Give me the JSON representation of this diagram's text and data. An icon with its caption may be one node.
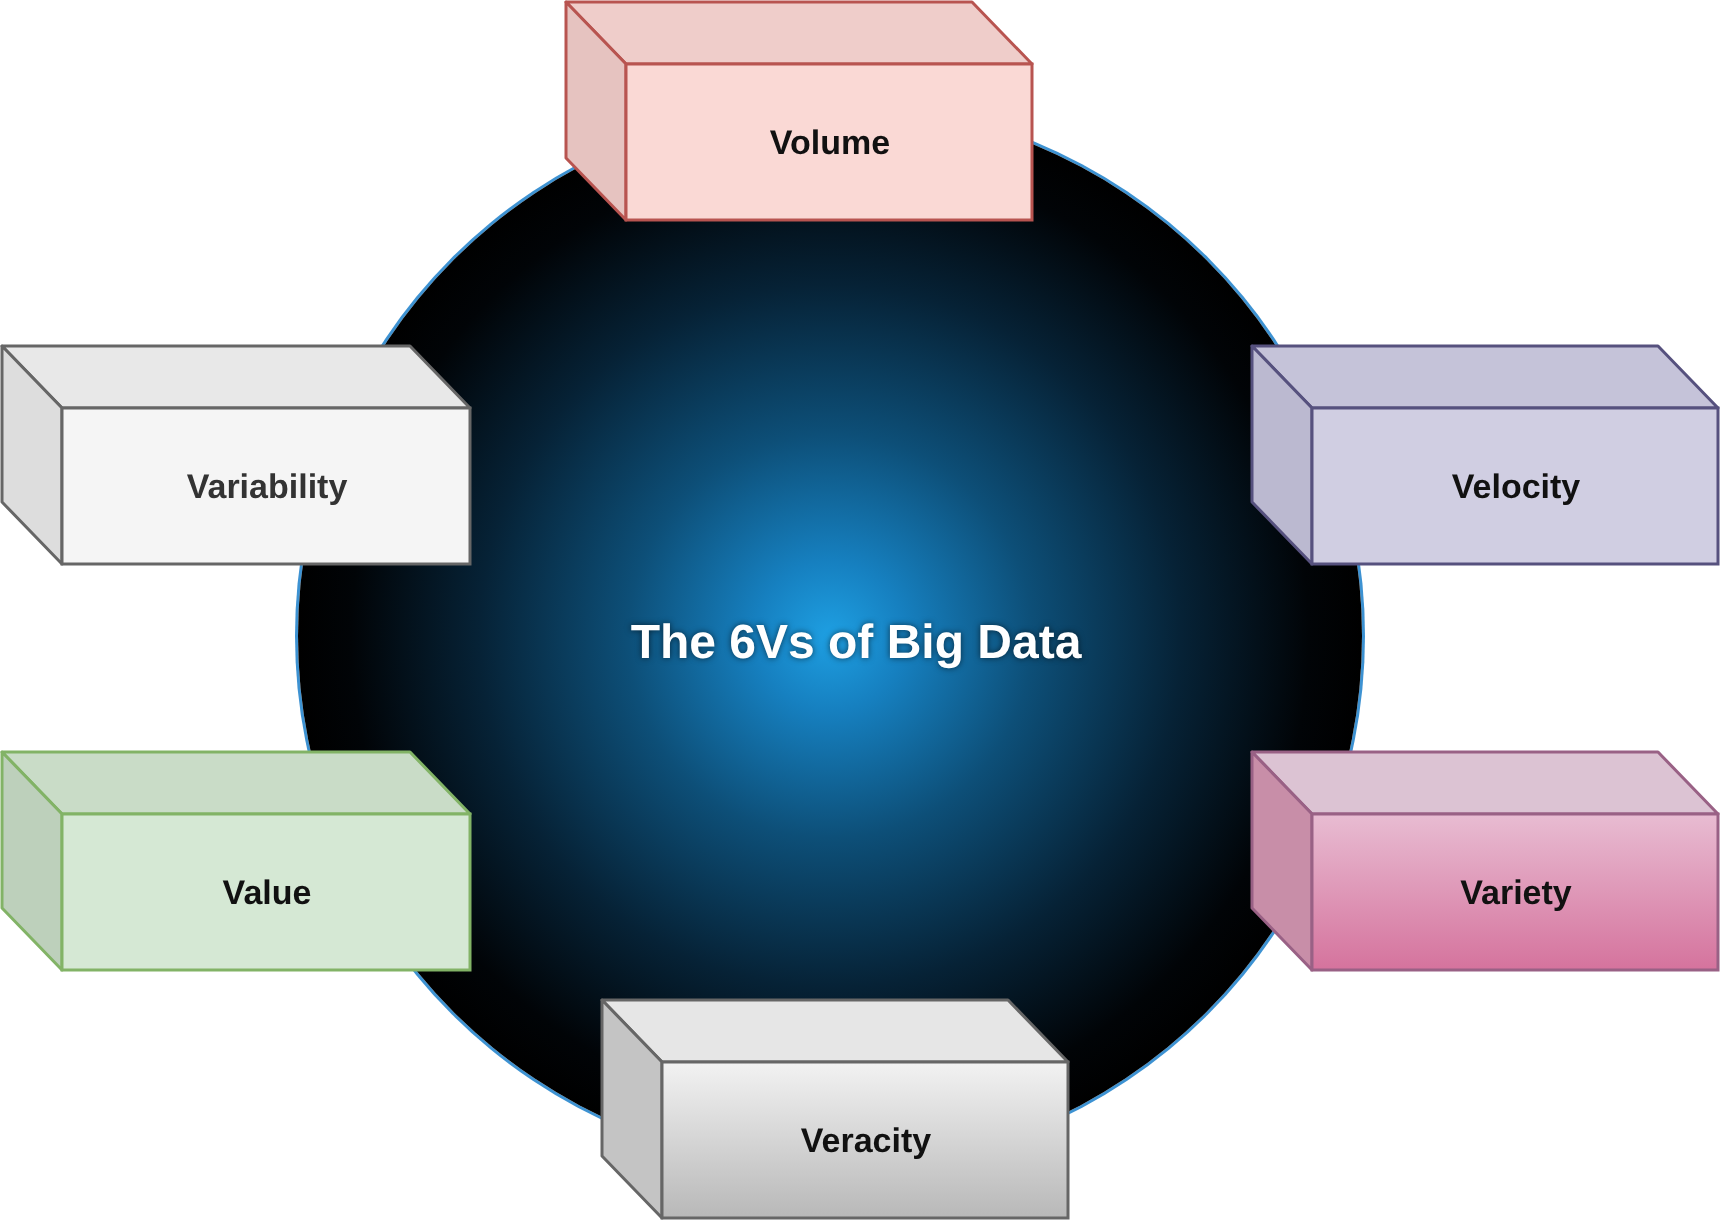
{
  "diagram": {
    "nodes": [
      {
        "text": [
          "The 6Vs of Big Data"
        ]
      },
      {
        "text": [
          "Volume"
        ]
      },
      {
        "text": [
          "Variability"
        ]
      },
      {
        "text": [
          "Velocity"
        ]
      },
      {
        "text": [
          "Value"
        ]
      },
      {
        "text": [
          "Variety"
        ]
      },
      {
        "text": [
          "Veracity"
        ]
      }
    ]
  }
}
